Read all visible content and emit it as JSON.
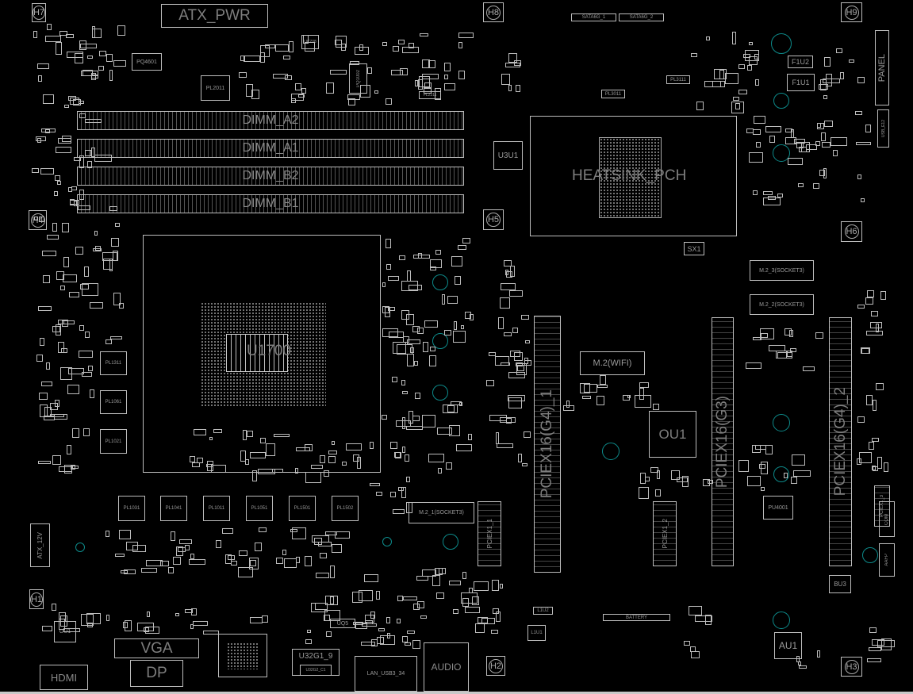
{
  "board": {
    "atx_pwr": "ATX_PWR",
    "dimm_a2": "DIMM_A2",
    "dimm_a1": "DIMM_A1",
    "dimm_b2": "DIMM_B2",
    "dimm_b1": "DIMM_B1",
    "cpu": "U1700",
    "heatsink_pch": "HEATSINK_PCH",
    "u3u1": "U3U1",
    "pciex16_g4_1": "PCIEX16(G4)_1",
    "pciex16_g3": "PCIEX16(G3)",
    "pciex16_g4_2": "PCIEX16(G4)_2",
    "pciex1_1": "PCIEX1_1",
    "pciex1_2": "PCIEX1_2",
    "pciex1_3": "PCIEX1_3",
    "m2_wifi": "M.2(WIFI)",
    "ou1": "OU1",
    "m2_3": "M.2_3(SOCKET3)",
    "m2_2": "M.2_2(SOCKET3)",
    "m2_1": "M.2_1(SOCKET3)",
    "sx1": "SX1",
    "pu4001": "PU4001",
    "bu3": "BU3",
    "f1u2": "F1U2",
    "f1u1": "F1U1",
    "panel": "PANEL",
    "sata6g_1": "SATA6G_1",
    "sata6g_2": "SATA6G_2",
    "pq4601": "PQ4601",
    "pl2011": "PL2011",
    "pq1002": "PQ1002",
    "pl2211": "PL2211",
    "pl3011": "PL3011",
    "pl3111": "PL3111",
    "uc708": "UC708",
    "pl1311": "PL1311",
    "pl1061": "PL1061",
    "pl1021": "PL1021",
    "pl1031": "PL1031",
    "pl1041": "PL1041",
    "pl1011": "PL1011",
    "pl1051": "PL1051",
    "pl1501": "PL1501",
    "pl1502": "PL1502",
    "atx_12v": "ATX_12V",
    "vga": "VGA",
    "dp": "DP",
    "hdmi": "HDMI",
    "gu1": "GU1",
    "u32g1_9": "U32G1_9",
    "u32g2_c1": "U32G2_C1",
    "uq5": "UQ5",
    "lan_usb": "LAN_USB3_34",
    "audio": "AUDIO",
    "battery": "BATTERY",
    "l1u1": "L1U1",
    "l1u2": "L1U2",
    "au1": "AU1",
    "usb_e12": "USB_E12",
    "aafp": "AAFP",
    "com": "COM"
  },
  "holes": [
    "H7",
    "H4",
    "H8",
    "H5",
    "H9",
    "H6",
    "H1",
    "H2",
    "H3"
  ],
  "colors": {
    "outline": "#bdbdbd",
    "text": "#9a9a9a",
    "via": "#0d8a8a",
    "background": "#000000"
  }
}
